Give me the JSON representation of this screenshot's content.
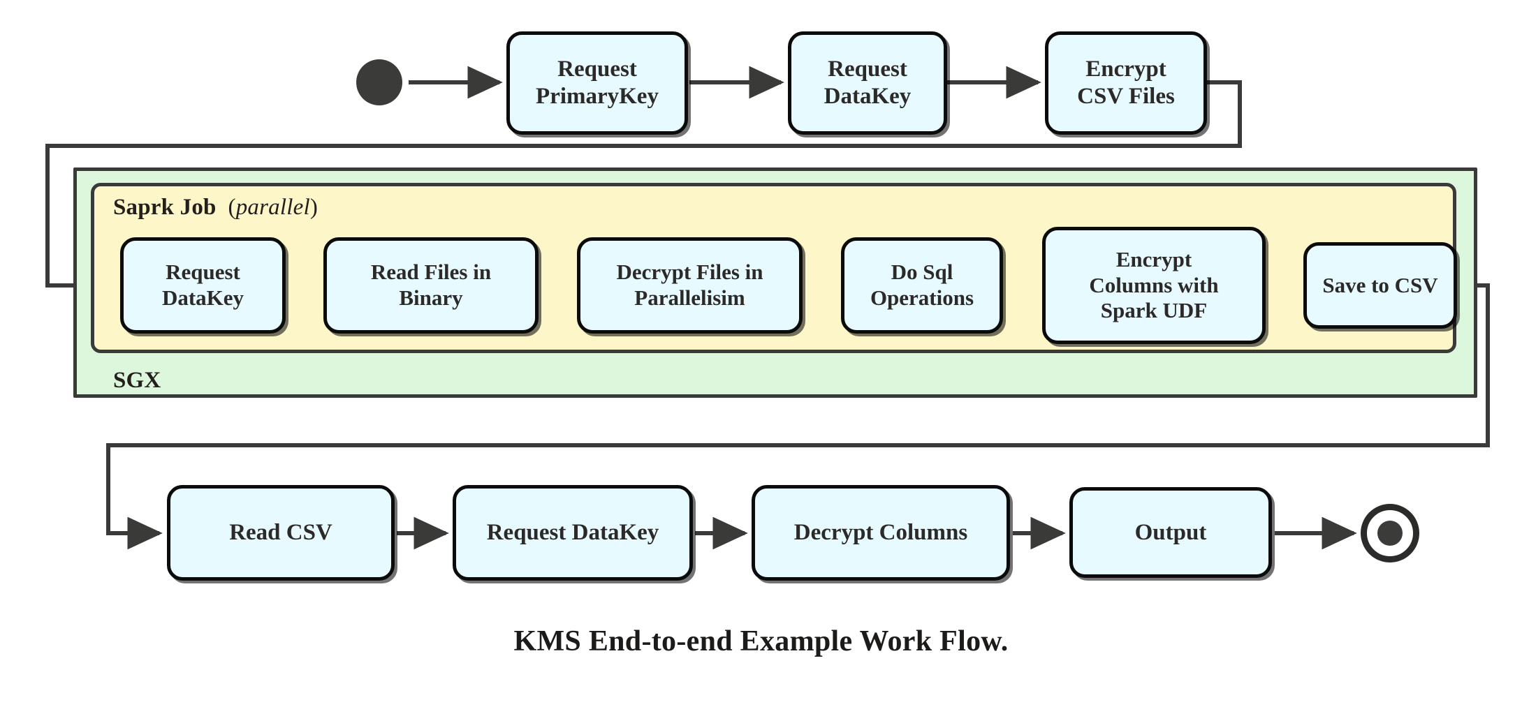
{
  "diagram": {
    "title": "KMS End-to-end Example Work Flow.",
    "caption": "KMS End-to-end Example Work Flow.",
    "colors": {
      "node_fill": "#e7faff",
      "node_border": "#0b0b0b",
      "sgx_fill": "#ddf7dd",
      "spark_fill": "#fdf6c8",
      "container_border": "#3a3a38",
      "edge": "#3a3a38",
      "text": "#2c2a28",
      "background": "#ffffff"
    },
    "containers": [
      {
        "id": "sgx",
        "label": "SGX",
        "label_position": "bottom-left",
        "fill": "#ddf7dd"
      },
      {
        "id": "spark-job",
        "label_bold": "Saprk Job",
        "label_paren_open": "(",
        "label_italic": "parallel",
        "label_paren_close": ")",
        "label_position": "top-left",
        "fill": "#fdf6c8"
      }
    ],
    "rows": {
      "top": {
        "start_node": "start-circle",
        "nodes": [
          {
            "id": "request-primarykey",
            "lines": [
              "Request",
              "PrimaryKey"
            ]
          },
          {
            "id": "request-datakey-top",
            "lines": [
              "Request",
              "DataKey"
            ]
          },
          {
            "id": "encrypt-csv-files",
            "lines": [
              "Encrypt",
              "CSV Files"
            ]
          }
        ]
      },
      "spark": {
        "nodes": [
          {
            "id": "request-datakey-spark",
            "lines": [
              "Request",
              "DataKey"
            ]
          },
          {
            "id": "read-files-in-binary",
            "lines": [
              "Read Files in",
              "Binary"
            ]
          },
          {
            "id": "decrypt-files-in-parallelisim",
            "lines": [
              "Decrypt Files in",
              "Parallelisim"
            ]
          },
          {
            "id": "do-sql-operations",
            "lines": [
              "Do Sql",
              "Operations"
            ]
          },
          {
            "id": "encrypt-columns-with-spark-udf",
            "lines": [
              "Encrypt",
              "Columns with",
              "Spark UDF"
            ]
          },
          {
            "id": "save-to-csv",
            "lines": [
              "Save to CSV"
            ]
          }
        ]
      },
      "bottom": {
        "nodes": [
          {
            "id": "read-csv",
            "lines": [
              "Read CSV"
            ]
          },
          {
            "id": "request-datakey-bottom",
            "lines": [
              "Request DataKey"
            ]
          },
          {
            "id": "decrypt-columns",
            "lines": [
              "Decrypt Columns"
            ]
          },
          {
            "id": "output",
            "lines": [
              "Output"
            ]
          }
        ],
        "end_node": "end-circle"
      }
    },
    "edges": [
      {
        "from": "start-circle",
        "to": "request-primarykey",
        "type": "straight-arrow"
      },
      {
        "from": "request-primarykey",
        "to": "request-datakey-top",
        "type": "straight-arrow"
      },
      {
        "from": "request-datakey-top",
        "to": "encrypt-csv-files",
        "type": "straight-arrow"
      },
      {
        "from": "encrypt-csv-files",
        "to": "request-datakey-spark",
        "type": "orthogonal-wrap-left"
      },
      {
        "from": "request-datakey-spark",
        "to": "read-files-in-binary",
        "type": "straight-arrow"
      },
      {
        "from": "read-files-in-binary",
        "to": "decrypt-files-in-parallelisim",
        "type": "straight-arrow"
      },
      {
        "from": "decrypt-files-in-parallelisim",
        "to": "do-sql-operations",
        "type": "straight-arrow"
      },
      {
        "from": "do-sql-operations",
        "to": "encrypt-columns-with-spark-udf",
        "type": "straight-arrow"
      },
      {
        "from": "encrypt-columns-with-spark-udf",
        "to": "save-to-csv",
        "type": "straight-arrow"
      },
      {
        "from": "save-to-csv",
        "to": "read-csv",
        "type": "orthogonal-wrap-left"
      },
      {
        "from": "read-csv",
        "to": "request-datakey-bottom",
        "type": "straight-arrow"
      },
      {
        "from": "request-datakey-bottom",
        "to": "decrypt-columns",
        "type": "straight-arrow"
      },
      {
        "from": "decrypt-columns",
        "to": "output",
        "type": "straight-arrow"
      },
      {
        "from": "output",
        "to": "end-circle",
        "type": "straight-arrow"
      }
    ]
  }
}
